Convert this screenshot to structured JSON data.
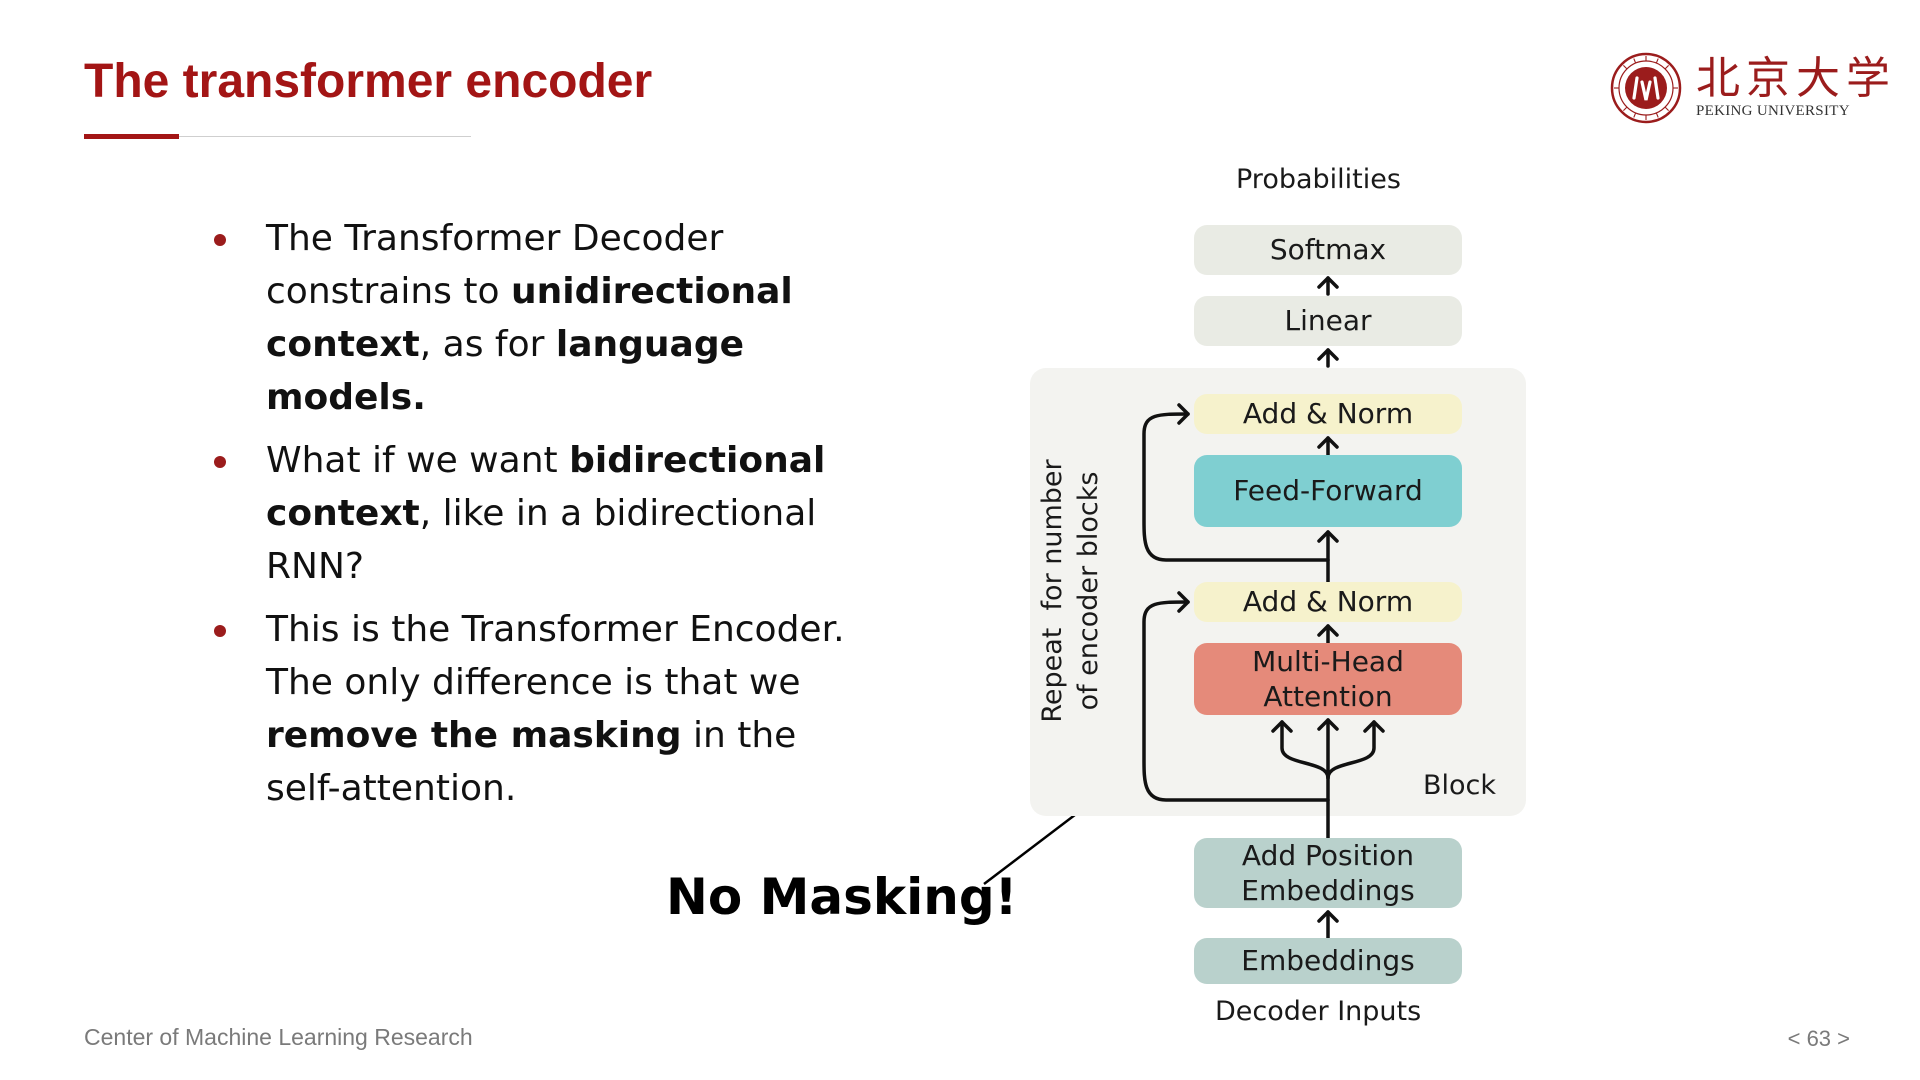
{
  "slide": {
    "title": "The transformer encoder",
    "footer_left": "Center of Machine Learning Research",
    "page_number": "< 63 >",
    "accent_color": "#a31515"
  },
  "logo": {
    "name_cn": "北京大学",
    "name_en": "PEKING UNIVERSITY",
    "emblem_icon": "peking-university-seal-icon"
  },
  "bullets": [
    {
      "segments": [
        {
          "text": "The Transformer Decoder constrains to ",
          "bold": false
        },
        {
          "text": "unidirectional context",
          "bold": true
        },
        {
          "text": ", as for ",
          "bold": false
        },
        {
          "text": "language models.",
          "bold": true
        }
      ]
    },
    {
      "segments": [
        {
          "text": "What if we want ",
          "bold": false
        },
        {
          "text": "bidirectional context",
          "bold": true
        },
        {
          "text": ", like in a bidirectional RNN?",
          "bold": false
        }
      ]
    },
    {
      "segments": [
        {
          "text": "This is the Transformer Encoder. The only difference is that we ",
          "bold": false
        },
        {
          "text": "remove the masking",
          "bold": true
        },
        {
          "text": " in the self-attention.",
          "bold": false
        }
      ]
    }
  ],
  "callout": {
    "text": "No Masking!"
  },
  "diagram": {
    "output_label": "Probabilities",
    "softmax": "Softmax",
    "linear": "Linear",
    "add_norm_top": "Add & Norm",
    "feed_forward": "Feed-Forward",
    "add_norm_bottom": "Add & Norm",
    "mha_line1": "Multi-Head",
    "mha_line2": "Attention",
    "block_label": "Block",
    "repeat_line1": "Repeat  for number",
    "repeat_line2": "of encoder blocks",
    "add_pos_line1": "Add Position",
    "add_pos_line2": "Embeddings",
    "embeddings": "Embeddings",
    "input_label": "Decoder Inputs",
    "colors": {
      "softmax_linear": "#e9ebe4",
      "add_norm": "#f6f2cc",
      "feed_forward": "#7fcfd1",
      "multi_head_attention": "#e58a7a",
      "embeddings": "#b9d1cc",
      "block_background": "#f3f3f0"
    }
  }
}
